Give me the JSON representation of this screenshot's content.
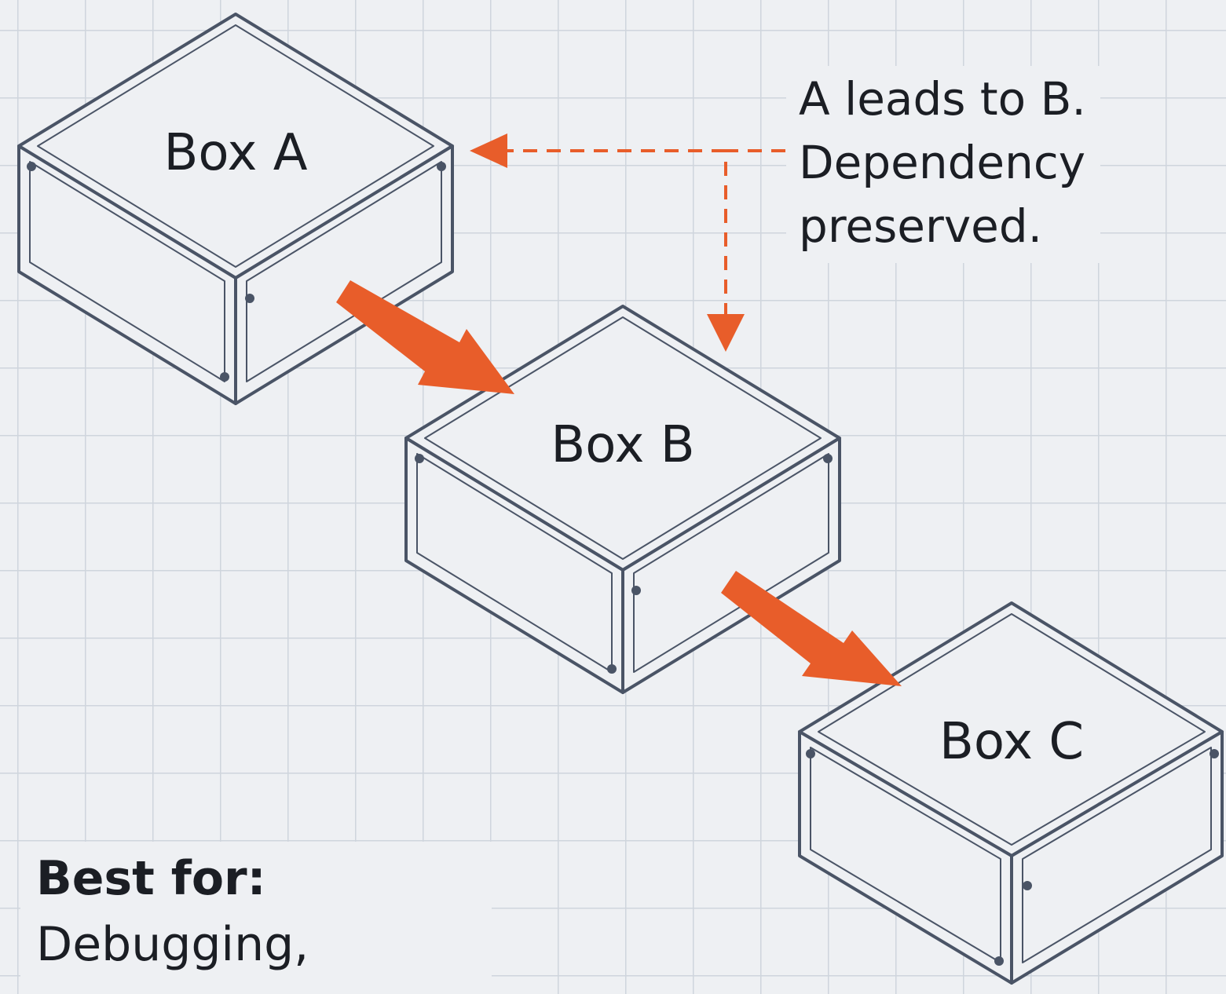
{
  "boxes": [
    {
      "id": "a",
      "label": "Box A"
    },
    {
      "id": "b",
      "label": "Box B"
    },
    {
      "id": "c",
      "label": "Box C"
    }
  ],
  "annotation": {
    "lines": [
      "A leads to B.",
      "Dependency",
      "preserved."
    ]
  },
  "best_for": {
    "title": "Best for:",
    "text": "Debugging,"
  },
  "colors": {
    "accent": "#e85d2a",
    "outline": "#4a5466",
    "background": "#eef0f3",
    "grid": "#cfd5dd"
  }
}
